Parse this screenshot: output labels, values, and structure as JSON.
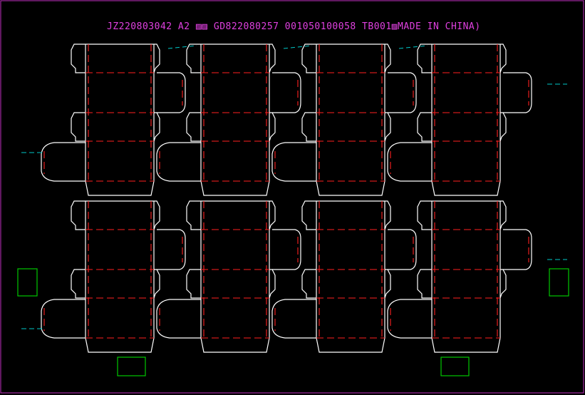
{
  "header": {
    "text": "JZ220803042  A2  ▨▨  GD822080257  001050100058  TB001▨MADE  IN  CHINA)"
  },
  "layout": {
    "columns": 4,
    "rows": 2
  },
  "colors": {
    "background": "#000000",
    "border": "#c030c0",
    "header_text": "#e040e0",
    "cut_line": "#ffffff",
    "fold_line": "#ff2020",
    "mark_line": "#00c8c8",
    "registration_box": "#00c800"
  },
  "icons": {
    "dieline": "box-dieline-icon",
    "registration": "registration-box-icon"
  }
}
